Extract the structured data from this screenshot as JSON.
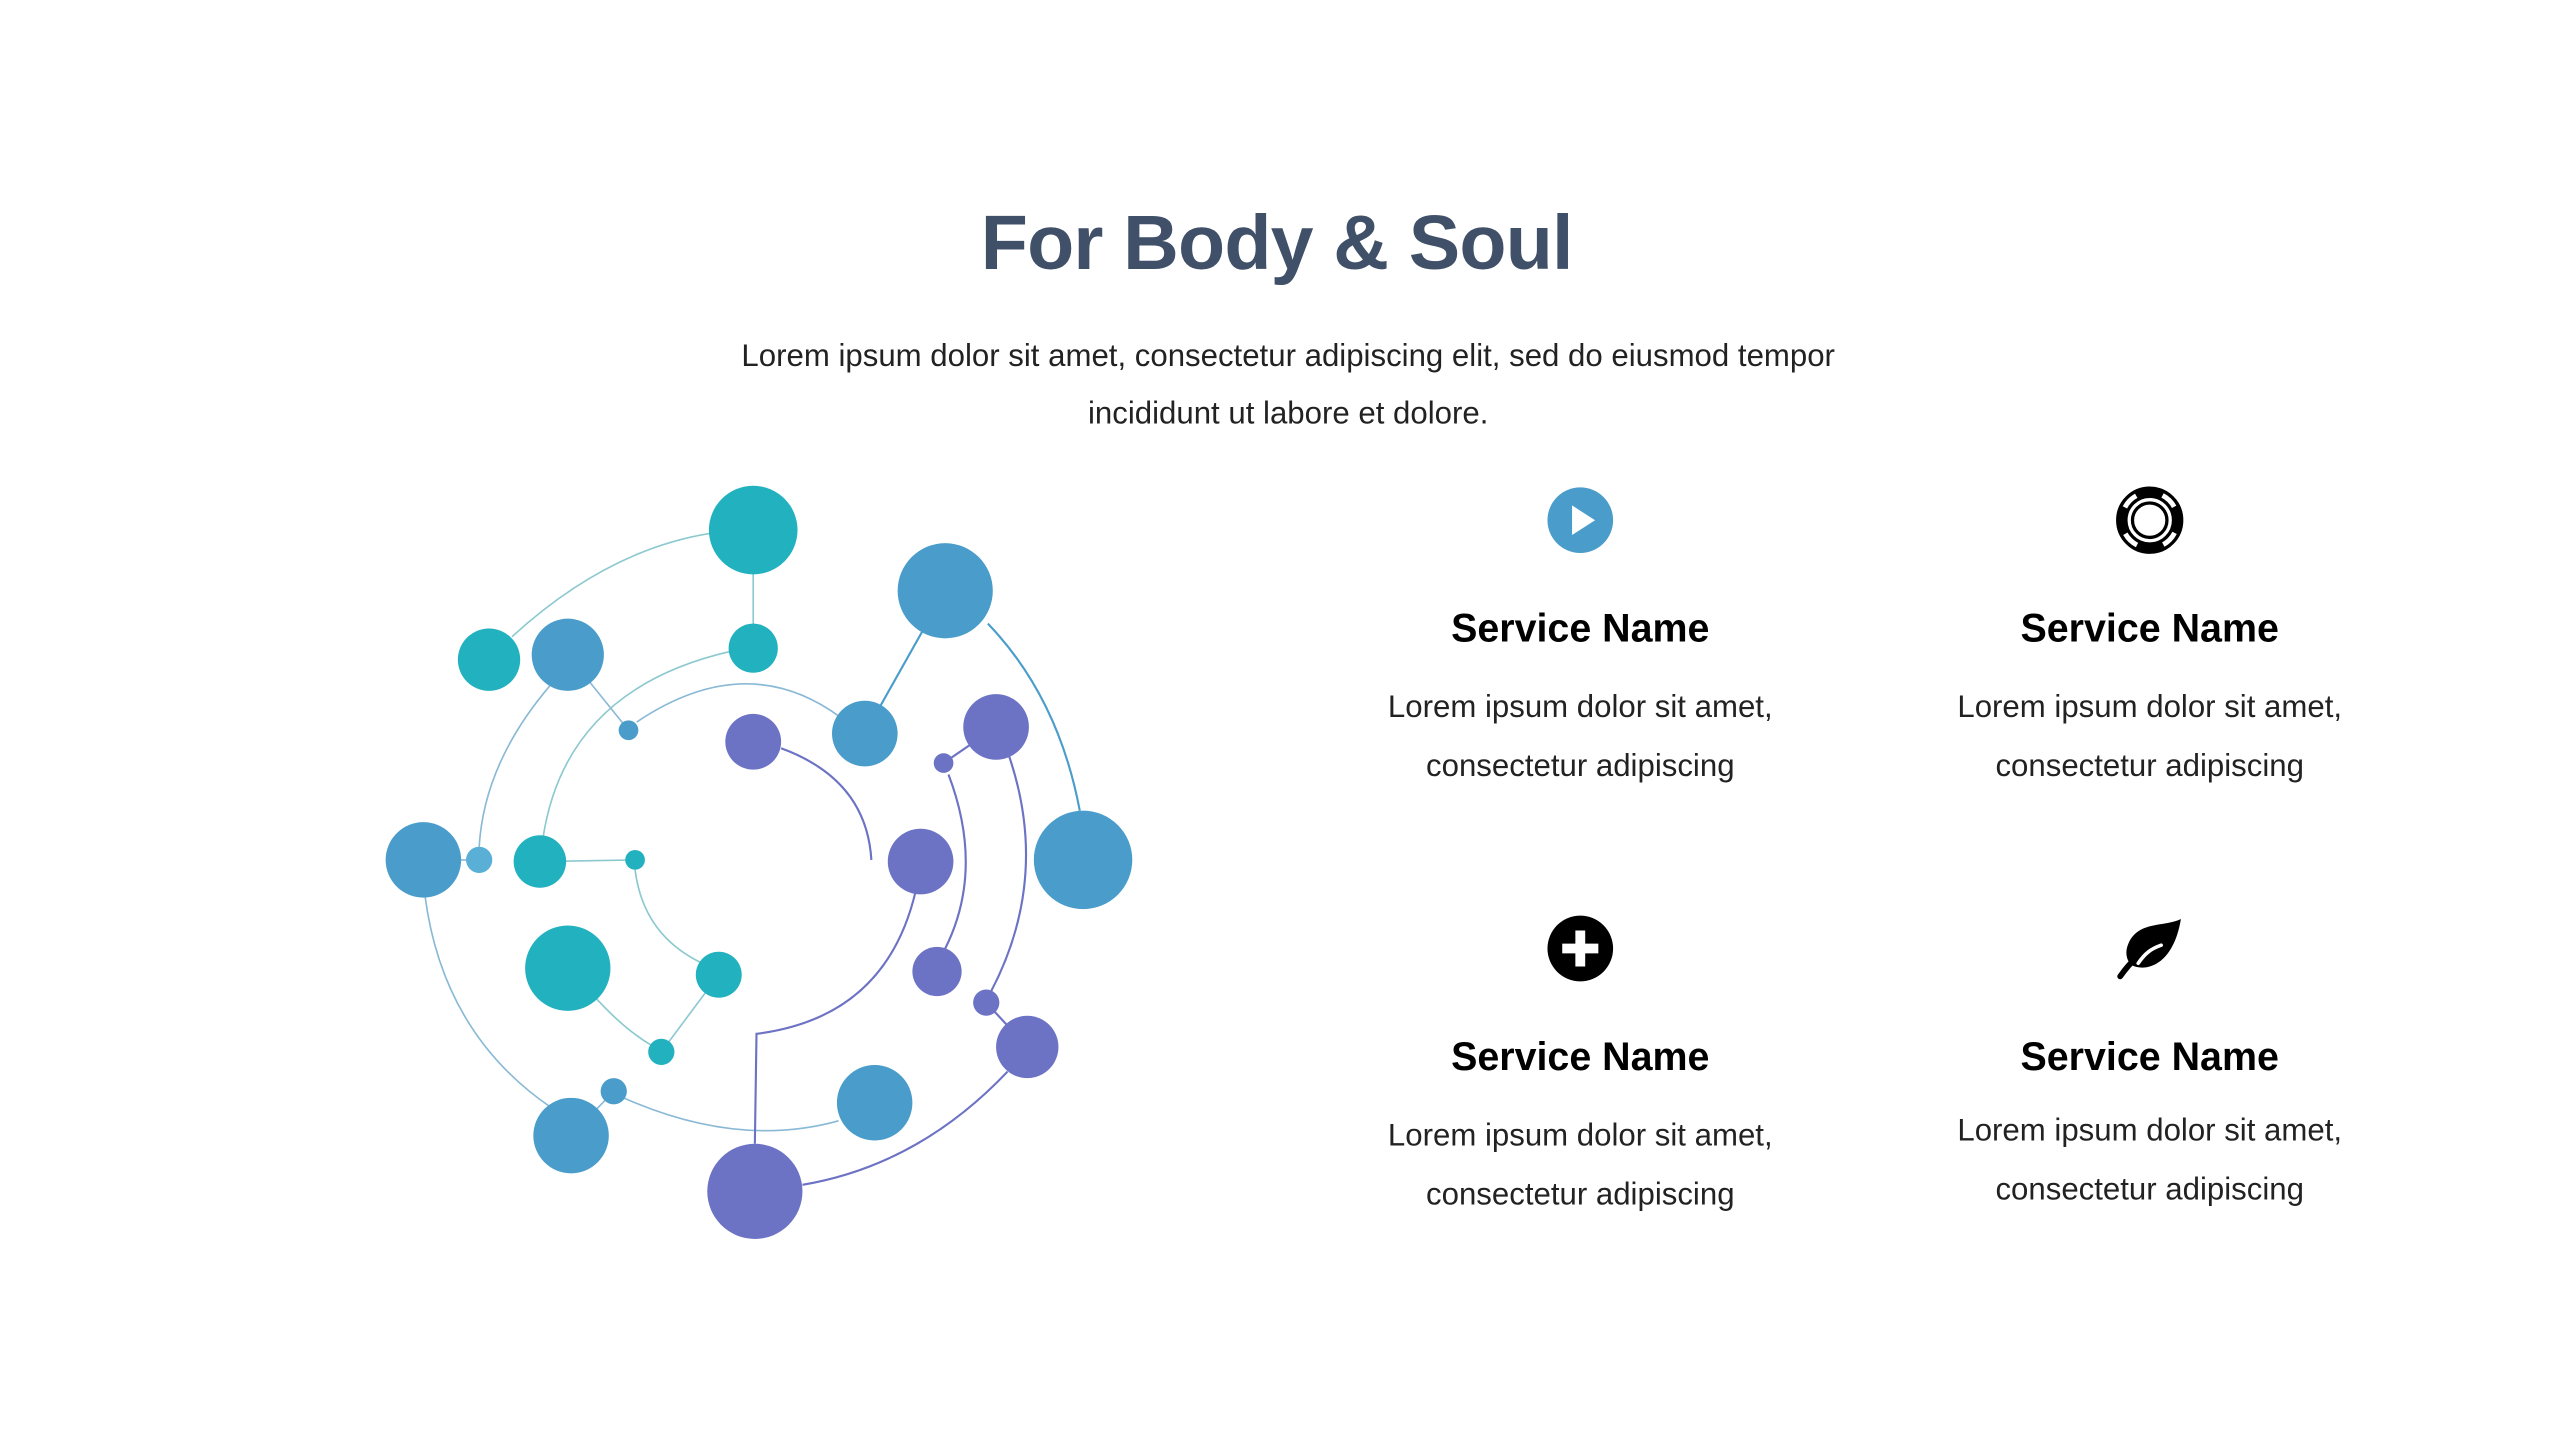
{
  "header": {
    "title": "For Body & Soul",
    "subtitle_line1": "Lorem ipsum dolor sit amet, consectetur adipiscing elit, sed do eiusmod tempor",
    "subtitle_line2": "incididunt ut labore et dolore."
  },
  "colors": {
    "teal": "#22b1bf",
    "blue": "#4a9dcb",
    "purple": "#6c72c4",
    "title": "#3f5068"
  },
  "services": [
    {
      "icon": "play-circle-icon",
      "name": "Service Name",
      "desc1": "Lorem ipsum dolor sit amet,",
      "desc2": "consectetur adipiscing"
    },
    {
      "icon": "life-ring-icon",
      "name": "Service Name",
      "desc1": "Lorem ipsum dolor sit amet,",
      "desc2": "consectetur adipiscing"
    },
    {
      "icon": "plus-circle-icon",
      "name": "Service Name",
      "desc1": "Lorem ipsum dolor sit amet,",
      "desc2": "consectetur adipiscing"
    },
    {
      "icon": "leaf-icon",
      "name": "Service Name",
      "desc1": "Lorem ipsum dolor sit amet,",
      "desc2": "consectetur adipiscing"
    }
  ]
}
